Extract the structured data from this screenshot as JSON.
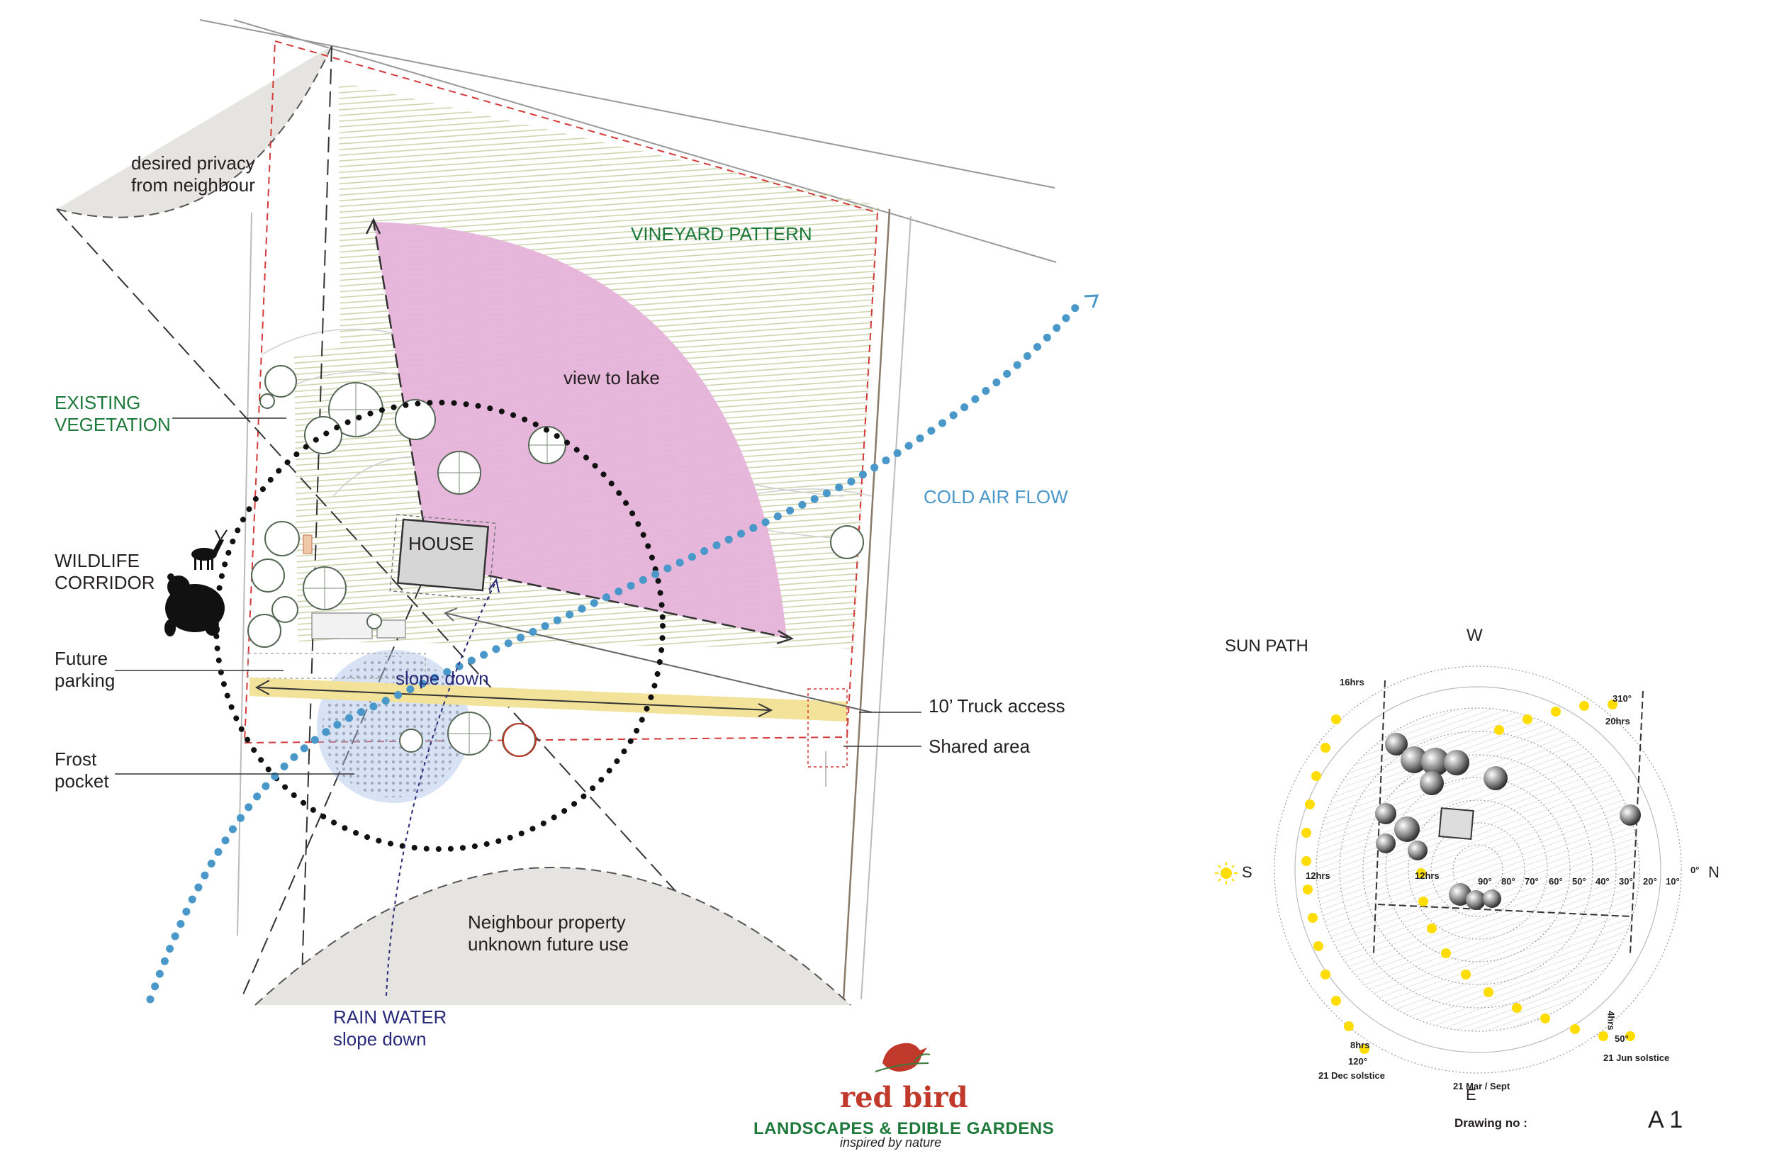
{
  "labels": {
    "desired_privacy": [
      "desired privacy",
      "from neighbour"
    ],
    "vineyard_pattern": "VINEYARD PATTERN",
    "view_to_lake": "view to lake",
    "existing_vegetation": [
      "EXISTING",
      "VEGETATION"
    ],
    "cold_air_flow": "COLD AIR FLOW",
    "wildlife_corridor": [
      "WILDLIFE",
      "CORRIDOR"
    ],
    "house": "HOUSE",
    "future_parking": [
      "Future",
      "parking"
    ],
    "slope_down": "slope down",
    "truck_access": "10’ Truck access",
    "shared_area": "Shared area",
    "frost_pocket": [
      "Frost",
      "pocket"
    ],
    "neighbour_property": [
      "Neighbour property",
      "unknown future use"
    ],
    "rain_water": "RAIN WATER",
    "rain_slope": "slope down"
  },
  "sun_path": {
    "title": "SUN PATH",
    "compass": {
      "west": "W",
      "east": "E",
      "south": "S",
      "north": "N"
    },
    "angles": [
      "90°",
      "80°",
      "70°",
      "60°",
      "50°",
      "40°",
      "30°",
      "20°",
      "10°",
      "0°"
    ],
    "hour_labels": {
      "h16": "16hrs",
      "h20": "20hrs",
      "h12a": "12hrs",
      "h12b": "12hrs",
      "h8": "8hrs",
      "h4": "4hrs"
    },
    "bearings": {
      "b310": "310°",
      "b120": "120°",
      "b50": "50°"
    },
    "events": {
      "dec": "21 Dec solstice",
      "mar": "21 Mar / Sept",
      "jun": "21 Jun solstice"
    }
  },
  "drawing": {
    "label": "Drawing no :",
    "number": "A 1"
  },
  "brand": {
    "name": "red bird",
    "subtitle": "LANDSCAPES & EDIBLE GARDENS",
    "tagline": "inspired by nature"
  },
  "colors": {
    "view_fan": "#e6b3d9",
    "cold_air": "#4a97c9",
    "vineyard": "#c9d2a8",
    "red_dash": "#d43a3a",
    "truck": "#f3e29a",
    "frost": "#a7bfe6",
    "grey_zone": "#e6e4e0",
    "sun": "#ffdd00"
  }
}
